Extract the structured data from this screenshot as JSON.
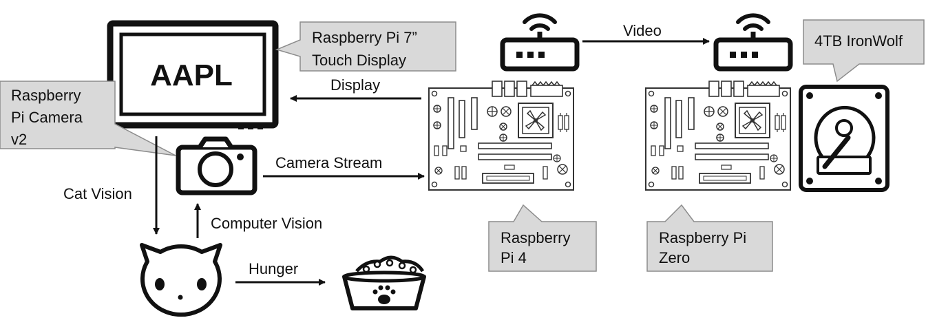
{
  "display_screen_text": "AAPL",
  "callouts": {
    "display": [
      "Raspberry Pi 7”",
      "Touch Display"
    ],
    "camera": [
      "Raspberry",
      "Pi Camera",
      "v2"
    ],
    "pi4": [
      "Raspberry",
      "Pi 4"
    ],
    "pizero": [
      "Raspberry Pi",
      "Zero"
    ],
    "hdd": [
      "4TB IronWolf"
    ]
  },
  "arrows": {
    "video": "Video",
    "display": "Display",
    "camera_stream": "Camera Stream",
    "cat_vision": "Cat Vision",
    "computer_vision": "Computer Vision",
    "hunger": "Hunger"
  },
  "colors": {
    "stroke": "#111111",
    "callout_fill": "#d9d9d9",
    "callout_stroke": "#8c8c8c"
  }
}
